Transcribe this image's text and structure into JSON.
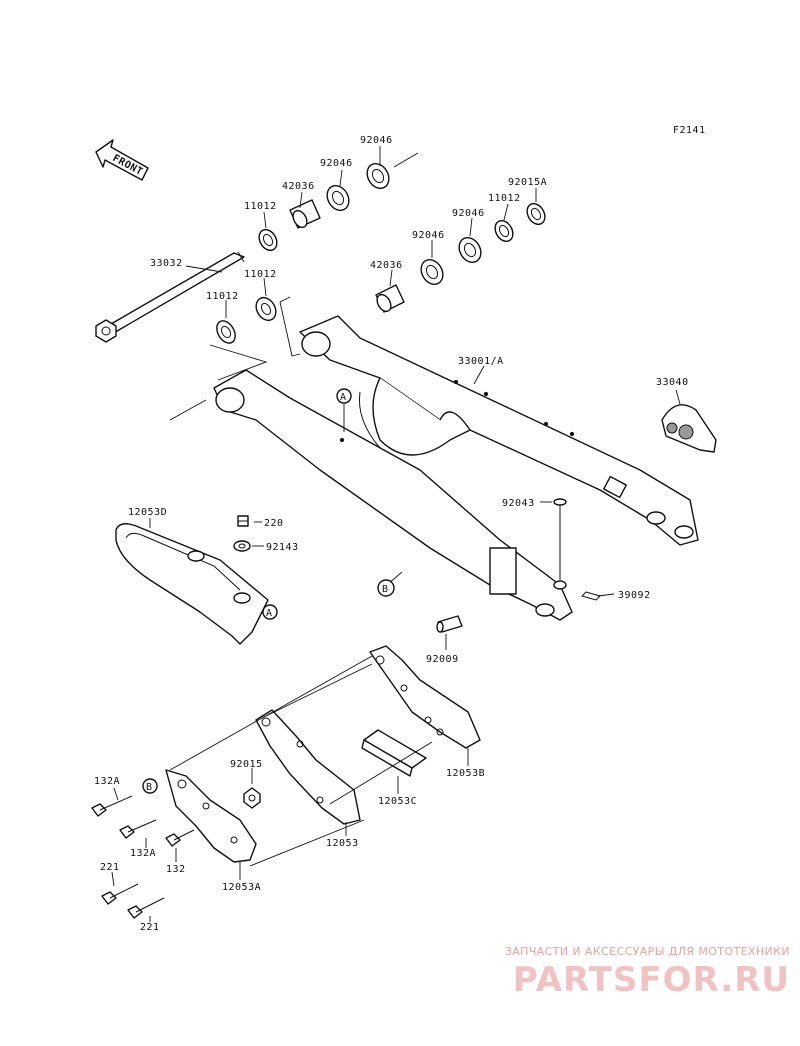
{
  "figure_code": "F2141",
  "front_label": "FRONT",
  "part_numbers": {
    "p92046_top": "92046",
    "p92046_b": "92046",
    "p42036_a": "42036",
    "p11012_a": "11012",
    "p33032": "33032",
    "p11012_b": "11012",
    "p11012_c": "11012",
    "p92015a": "92015A",
    "p11012_d": "11012",
    "p92046_c": "92046",
    "p92046_d": "92046",
    "p42036_b": "42036",
    "p33001a": "33001/A",
    "p33040": "33040",
    "p92043": "92043",
    "p12053d": "12053D",
    "p220": "220",
    "p92143": "92143",
    "p39092": "39092",
    "p92009": "92009",
    "p12053b": "12053B",
    "p12053c": "12053C",
    "p132a_a": "132A",
    "p132a_b": "132A",
    "p92015": "92015",
    "p132": "132",
    "p12053": "12053",
    "p221_a": "221",
    "p221_b": "221",
    "p12053a": "12053A"
  },
  "callouts": {
    "a1": "A",
    "a2": "A",
    "b1": "B",
    "b2": "B"
  },
  "watermark": {
    "tagline": "ЗАПЧАСТИ И АКСЕССУАРЫ ДЛЯ МОТОТЕХНИКИ",
    "logo": "PARTSFOR.RU"
  }
}
